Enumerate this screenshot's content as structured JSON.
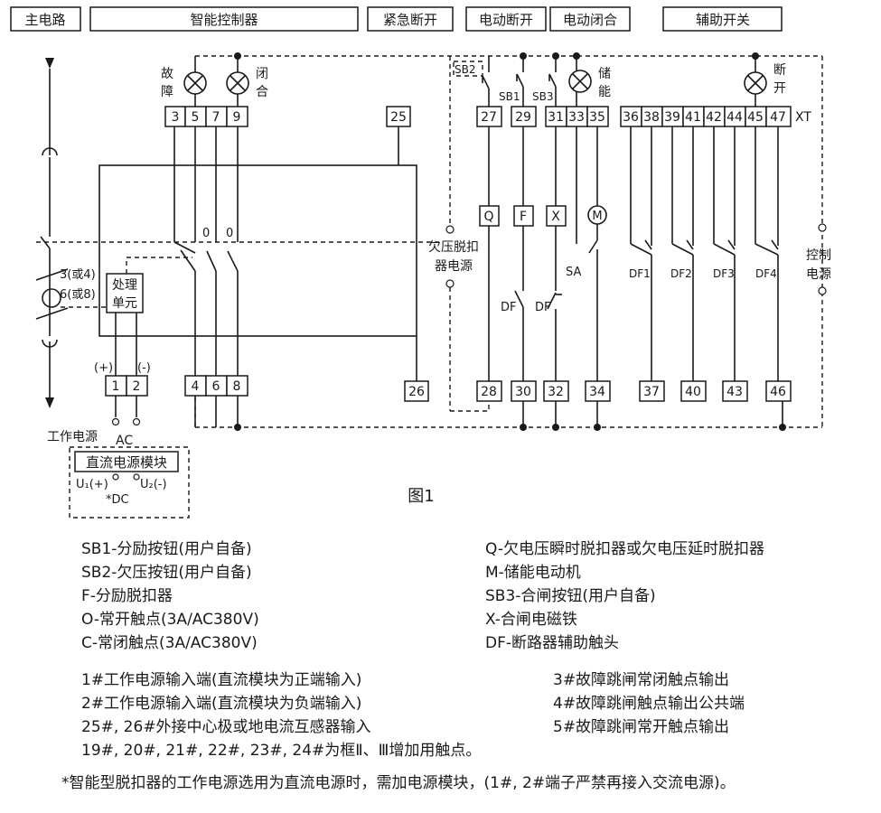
{
  "headers": {
    "main_circuit": "主电路",
    "controller": "智能控制器",
    "emergency_off": "紧急断开",
    "electric_off": "电动断开",
    "electric_on": "电动闭合",
    "aux_switch": "辅助开关"
  },
  "lamps": {
    "fault_top": "故",
    "fault_bottom": "障",
    "close_top": "闭",
    "close_bottom": "合",
    "storage_top": "储",
    "storage_bottom": "能",
    "open_top": "断",
    "open_bottom": "开"
  },
  "top_terminals": [
    "3",
    "5",
    "7",
    "9",
    "25",
    "27",
    "29",
    "31",
    "33",
    "35",
    "36",
    "38",
    "39",
    "41",
    "42",
    "44",
    "45",
    "47"
  ],
  "xt_label": "XT",
  "bottom_terminals": [
    "1",
    "2",
    "4",
    "6",
    "8",
    "26",
    "28",
    "30",
    "32",
    "34",
    "37",
    "40",
    "43",
    "46"
  ],
  "buttons": {
    "sb2": "SB2",
    "sb1": "SB1",
    "sb3": "SB3"
  },
  "devices": {
    "q": "Q",
    "f": "F",
    "x": "X",
    "m": "M",
    "sa": "SA"
  },
  "contacts": {
    "no1": "0",
    "no2": "0",
    "df_left": "DF",
    "df_right": "DF"
  },
  "aux_contacts": [
    "DF1",
    "DF2",
    "DF3",
    "DF4"
  ],
  "labels": {
    "uv_source_1": "欠压脱扣",
    "uv_source_2": "器电源",
    "ctrl_source_1": "控制",
    "ctrl_source_2": "电源",
    "processing_1": "处理",
    "processing_2": "单元",
    "ct_a": "3(或4)",
    "ct_b": "6(或8)",
    "plus": "(+)",
    "minus": "(-)",
    "work_power": "工作电源",
    "ac": "AC",
    "dc_module": "直流电源模块",
    "u1": "U₁(+)",
    "u2": "U₂(-)",
    "dc": "*DC",
    "figure": "图1"
  },
  "legend_left": [
    "SB1-分励按钮(用户自备)",
    "SB2-欠压按钮(用户自备)",
    "F-分励脱扣器",
    "O-常开触点(3A/AC380V)",
    "C-常闭触点(3A/AC380V)"
  ],
  "legend_right": [
    "Q-欠电压瞬时脱扣器或欠电压延时脱扣器",
    "M-储能电动机",
    "SB3-合闸按钮(用户自备)",
    "X-合闸电磁铁",
    "DF-断路器辅助触头"
  ],
  "notes_left": [
    "1#工作电源输入端(直流模块为正端输入)",
    "2#工作电源输入端(直流模块为负端输入)",
    "25#, 26#外接中心极或地电流互感器输入",
    "19#, 20#, 21#, 22#, 23#, 24#为框Ⅱ、Ⅲ增加用触点。"
  ],
  "notes_right": [
    "3#故障跳闸常闭触点输出",
    "4#故障跳闸触点输出公共端",
    "5#故障跳闸常开触点输出"
  ],
  "footnote": "*智能型脱扣器的工作电源选用为直流电源时，需加电源模块，(1#, 2#端子严禁再接入交流电源)。"
}
